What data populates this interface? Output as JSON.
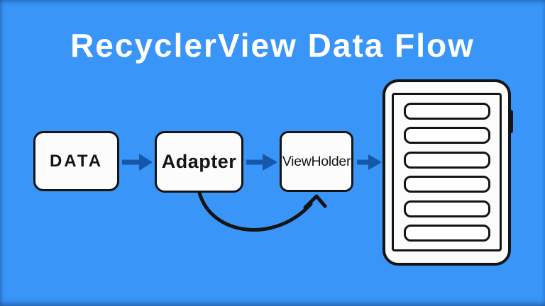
{
  "title": "RecyclerView Data Flow",
  "colors": {
    "background": "#3995f7",
    "arrow_blue": "#1557a8",
    "outline_black": "#141414",
    "box_fill": "#fcfcfc"
  },
  "flow": {
    "nodes": [
      {
        "id": "data",
        "label": "DATA"
      },
      {
        "id": "adapter",
        "label": "Adapter"
      },
      {
        "id": "viewholder",
        "label": "ViewHolder"
      },
      {
        "id": "recyclerview-list",
        "label": ""
      }
    ],
    "edges": [
      {
        "from": "data",
        "to": "adapter",
        "style": "blue-arrow"
      },
      {
        "from": "adapter",
        "to": "viewholder",
        "style": "blue-arrow"
      },
      {
        "from": "viewholder",
        "to": "recyclerview-list",
        "style": "blue-arrow"
      },
      {
        "from": "adapter",
        "to": "viewholder",
        "style": "black-curved-arrow"
      }
    ]
  },
  "phone": {
    "row_count": 6
  }
}
